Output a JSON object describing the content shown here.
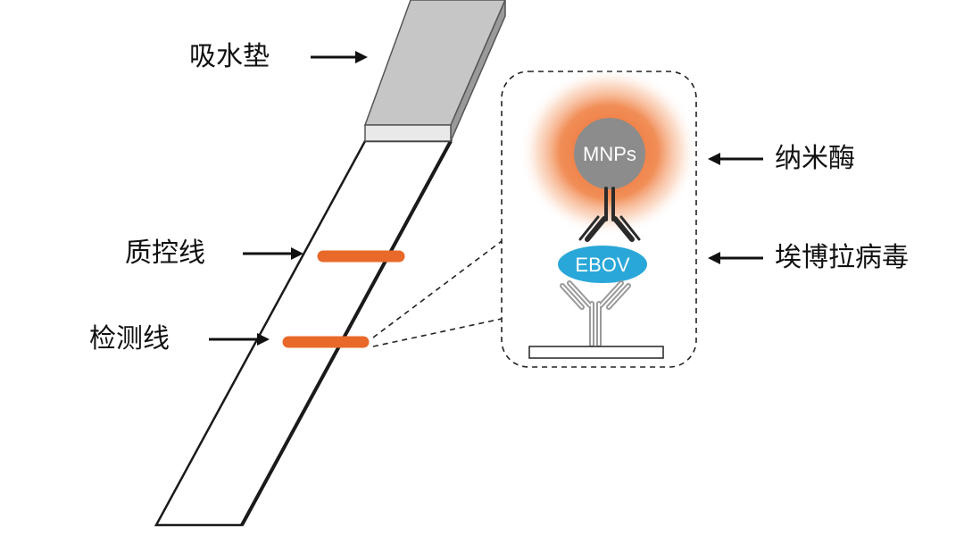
{
  "labels": {
    "absorbent_pad": "吸水垫",
    "control_line": "质控线",
    "test_line": "检测线",
    "nanozyme": "纳米酶",
    "ebola_virus": "埃博拉病毒"
  },
  "inset": {
    "mnps_label": "MNPs",
    "ebov_label": "EBOV"
  },
  "colors": {
    "line_orange": "#e8692a",
    "ebov_blue": "#2aa7d9",
    "mnp_gray": "#8c8c8c",
    "pad_gray": "#c4c4c4",
    "antibody_dark": "#2b2b2b",
    "antibody_light": "#aaaaaa"
  }
}
